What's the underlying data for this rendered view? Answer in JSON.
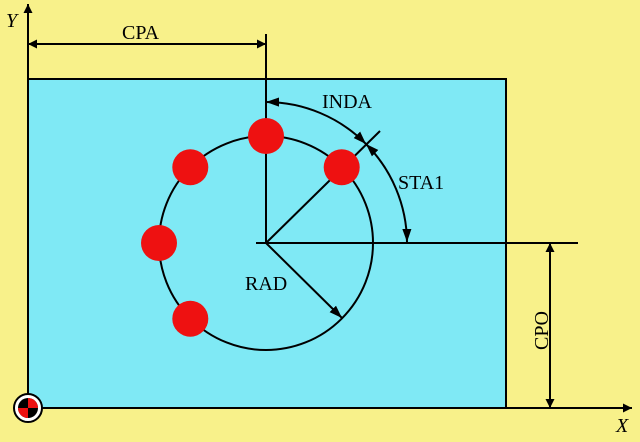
{
  "colors": {
    "background": "#f8f18a",
    "plate": "#7fe9f5",
    "hole": "#ee1111",
    "line": "#000000"
  },
  "labels": {
    "y_axis": "Y",
    "x_axis": "X",
    "cpa": "CPA",
    "inda": "INDA",
    "sta1": "STA1",
    "rad": "RAD",
    "cpo": "CPO"
  },
  "holes": [
    {
      "angle_deg": 90
    },
    {
      "angle_deg": 45
    },
    {
      "angle_deg": 135
    },
    {
      "angle_deg": 180
    },
    {
      "angle_deg": 225
    }
  ],
  "icons": {
    "origin": "origin-marker-icon"
  }
}
